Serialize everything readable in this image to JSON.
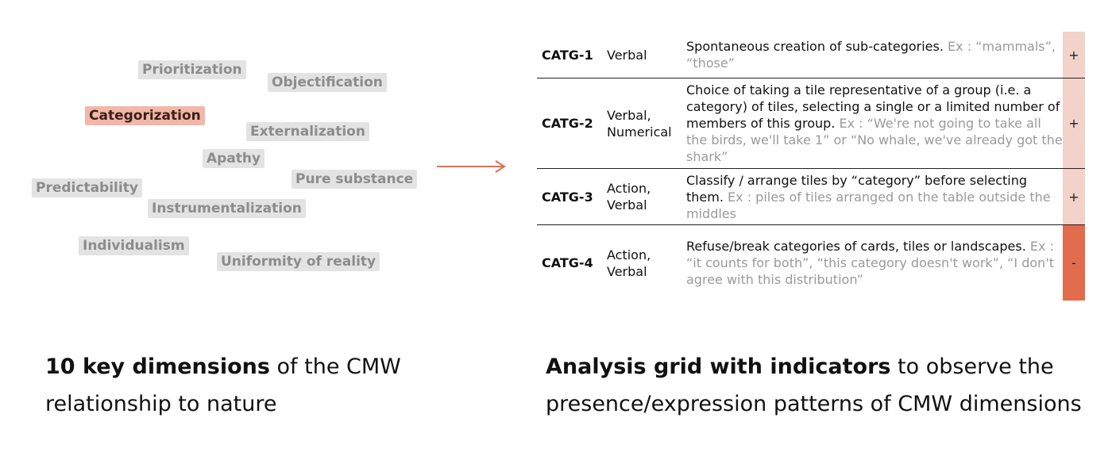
{
  "dimensions": [
    {
      "label": "Prioritization",
      "highlighted": false
    },
    {
      "label": "Objectification",
      "highlighted": false
    },
    {
      "label": "Categorization",
      "highlighted": true
    },
    {
      "label": "Externalization",
      "highlighted": false
    },
    {
      "label": "Apathy",
      "highlighted": false
    },
    {
      "label": "Pure substance",
      "highlighted": false
    },
    {
      "label": "Predictability",
      "highlighted": false
    },
    {
      "label": "Instrumentalization",
      "highlighted": false
    },
    {
      "label": "Individualism",
      "highlighted": false
    },
    {
      "label": "Uniformity of reality",
      "highlighted": false
    }
  ],
  "grid": {
    "rows": [
      {
        "code": "CATG-1",
        "type": "Verbal",
        "description": "Spontaneous creation of sub-categories.",
        "example": "Ex : “mammals”, “those”",
        "indicator": "+",
        "indicator_color": "#f2d2c9"
      },
      {
        "code": "CATG-2",
        "type": "Verbal, Numerical",
        "description": "Choice of taking a tile representative of a group (i.e. a category) of tiles, selecting a single or a limited number of members of this group.",
        "example": "Ex : “We're not going to take all the birds, we'll take 1” or “No whale, we've already got the shark”",
        "indicator": "+",
        "indicator_color": "#f2d2c9"
      },
      {
        "code": "CATG-3",
        "type": "Action, Verbal",
        "description": "Classify / arrange tiles by “category” before selecting them.",
        "example": "Ex : piles of tiles arranged on the table outside the middles",
        "indicator": "+",
        "indicator_color": "#f2d2c9"
      },
      {
        "code": "CATG-4",
        "type": "Action, Verbal",
        "description": "Refuse/break categories of cards, tiles or landscapes.",
        "example": "Ex : “it counts for both”, “this category doesn't work”, “I don't agree with this distribution”",
        "indicator": "-",
        "indicator_color": "#e26c4e"
      }
    ]
  },
  "captions": {
    "left_bold": "10 key dimensions",
    "left_rest": " of the CMW relationship to nature",
    "right_bold": "Analysis grid with indicators",
    "right_rest": " to observe the presence/expression patterns of CMW dimensions"
  },
  "colors": {
    "highlight_tag": "#f2b7a8",
    "neutral_tag": "#e3e3e3",
    "arrow": "#e26c4e"
  }
}
